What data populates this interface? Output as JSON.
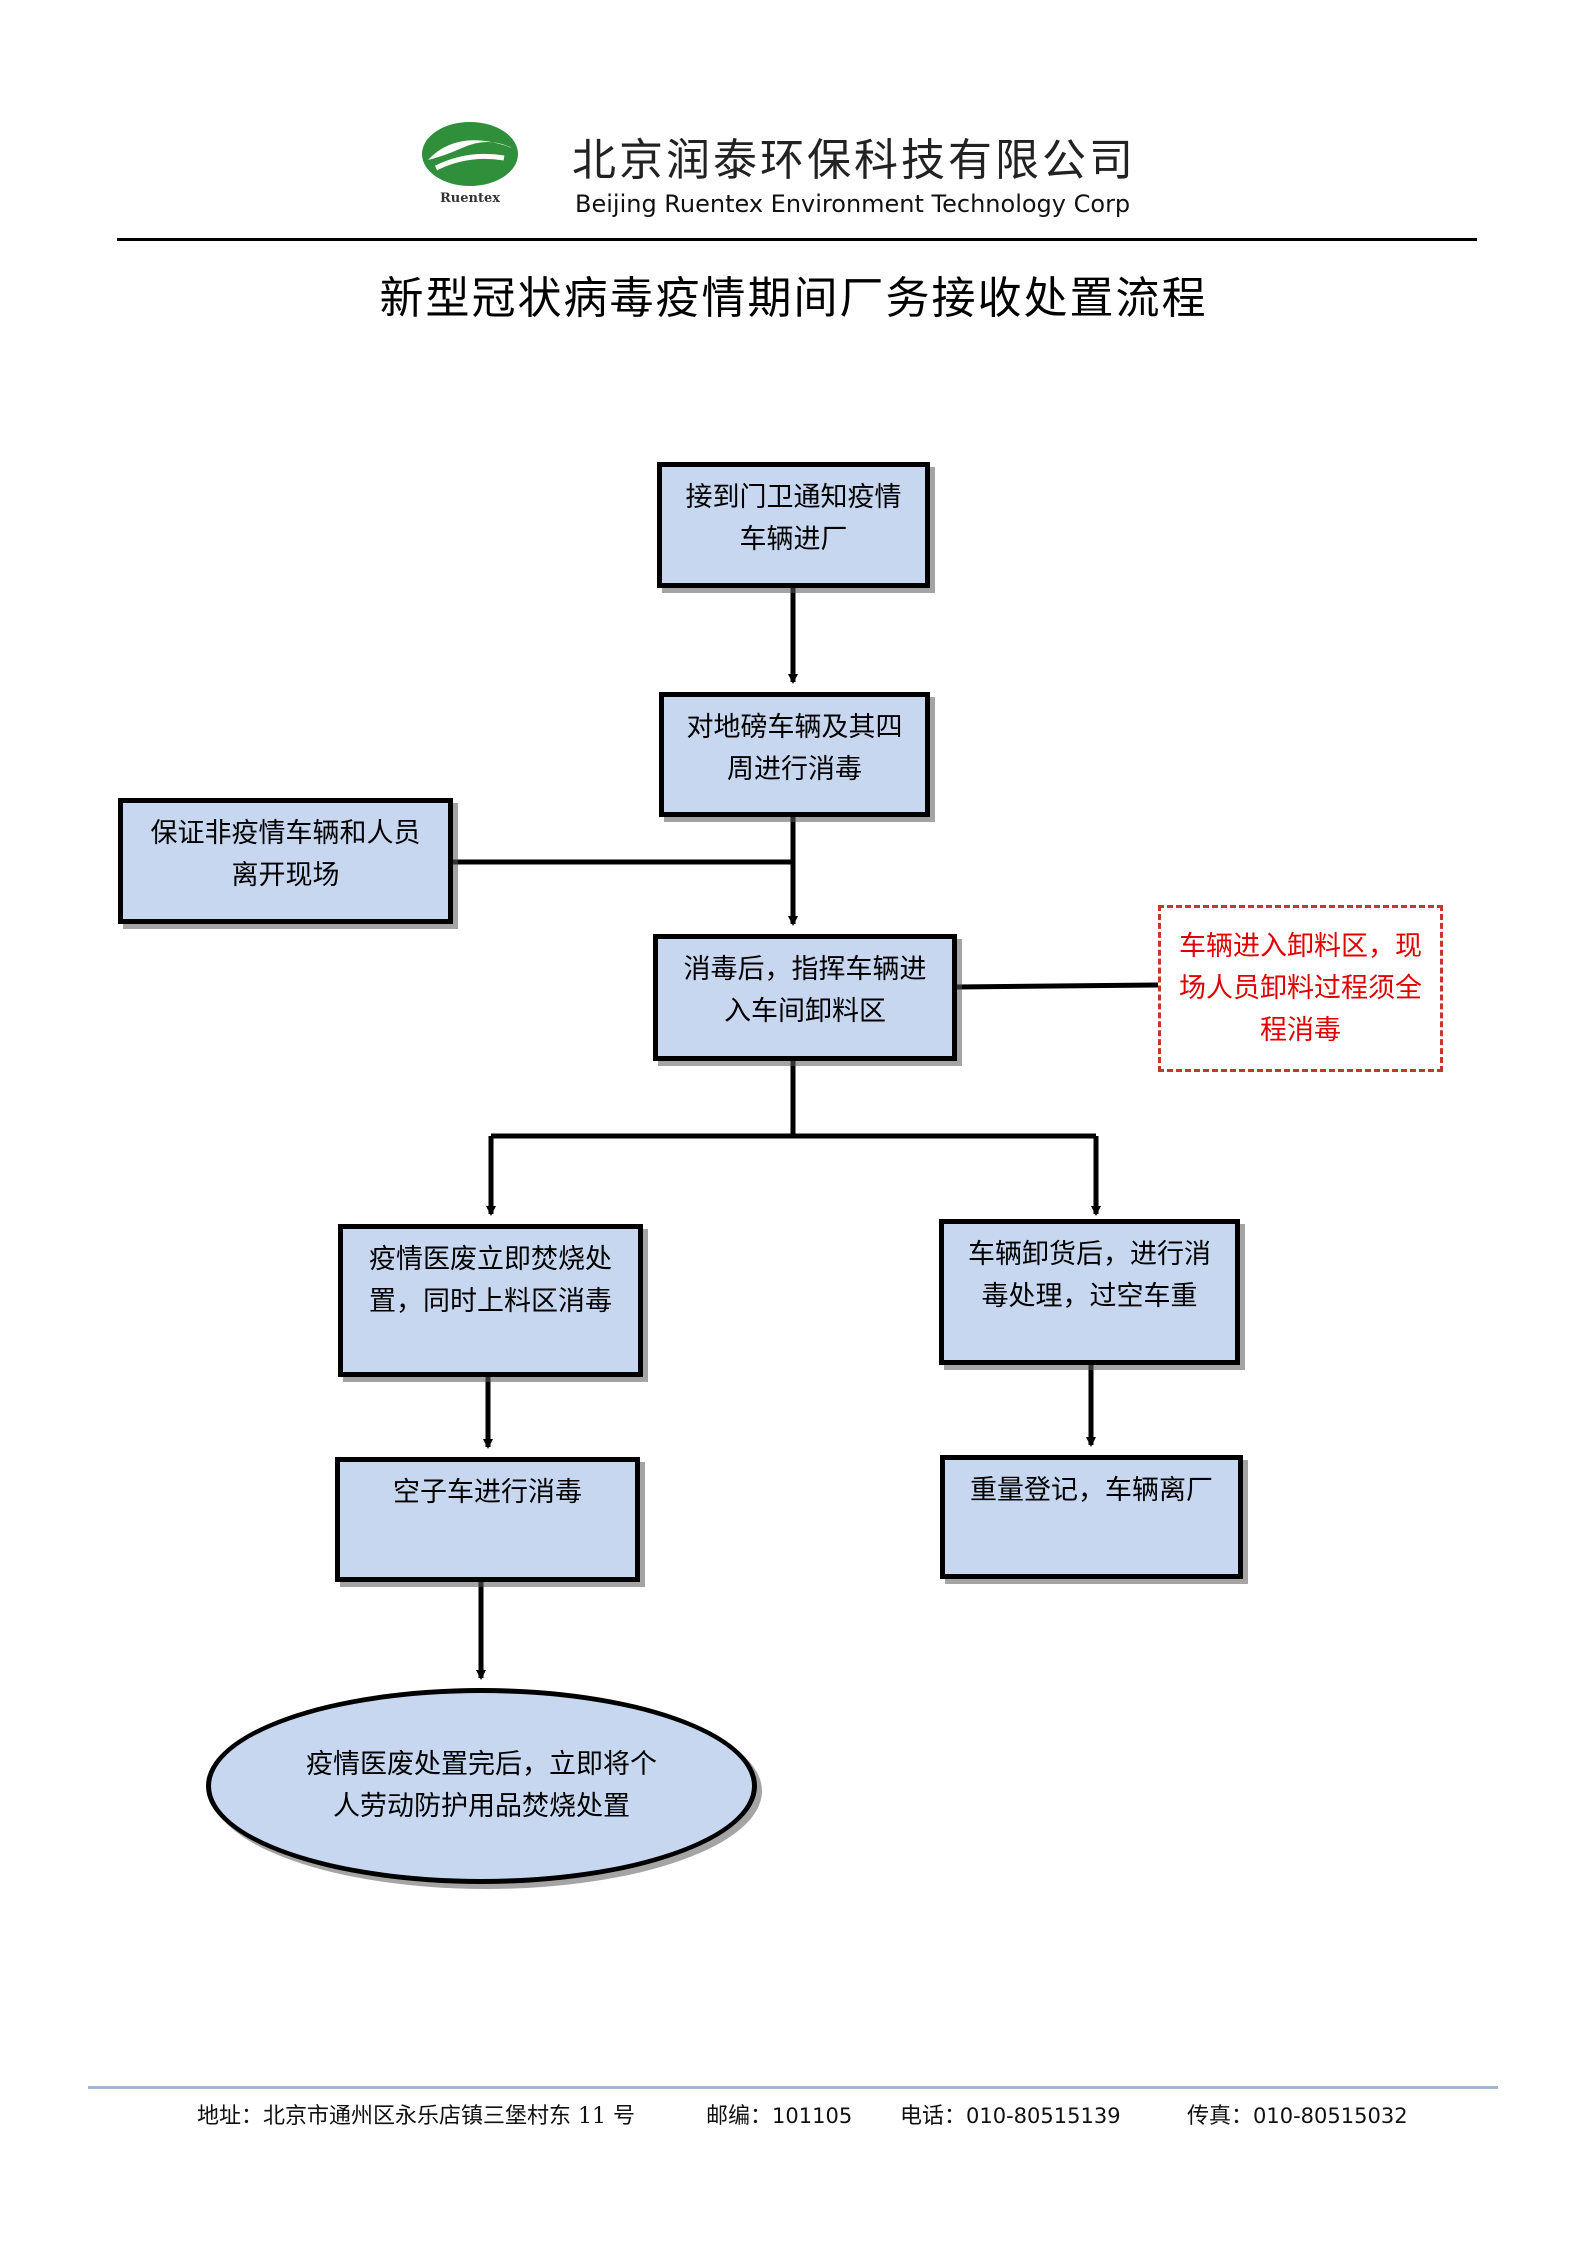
{
  "header": {
    "logo_text": "Ruentex",
    "company_cn": "北京润泰环保科技有限公司",
    "company_en": "Beijing Ruentex Environment Technology Corp"
  },
  "title": "新型冠状病毒疫情期间厂务接收处置流程",
  "flow": {
    "step1": "接到门卫通知疫情车辆进厂",
    "step2": "对地磅车辆及其四周进行消毒",
    "side_left": "保证非疫情车辆和人员离开现场",
    "step3": "消毒后，指挥车辆进入车间卸料区",
    "note_right": "车辆进入卸料区，现场人员卸料过程须全程消毒",
    "left_a": "疫情医废立即焚烧处置，同时上料区消毒",
    "left_b": "空子车进行消毒",
    "left_end": "疫情医废处置完后，立即将个人劳动防护用品焚烧处置",
    "right_a": "车辆卸货后，进行消毒处理，过空车重",
    "right_b": "重量登记，车辆离厂"
  },
  "footer": {
    "address_label": "地址：",
    "address": "北京市通州区永乐店镇三堡村东 11 号",
    "postcode_label": "邮编：",
    "postcode": "101105",
    "phone_label": "电话：",
    "phone": "010-80515139",
    "fax_label": "传真：",
    "fax": "010-80515032"
  },
  "colors": {
    "box_fill": "#c6d7ef",
    "note_text": "#e00000",
    "note_border": "#c0392b",
    "logo_green": "#2f8f3a"
  }
}
